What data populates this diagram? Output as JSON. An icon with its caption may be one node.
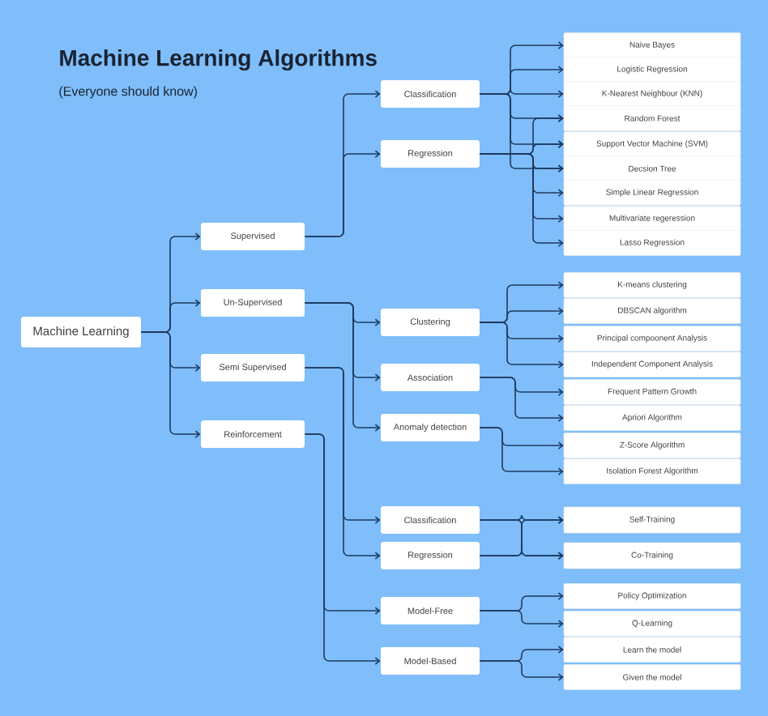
{
  "diagram": {
    "title": "Machine Learning Algorithms",
    "nodes": [
      {
        "text": [
          "Machine Learning"
        ]
      },
      {
        "text": [
          "Supervised"
        ]
      },
      {
        "text": [
          "Un-Supervised"
        ]
      },
      {
        "text": [
          "Semi Supervised"
        ]
      },
      {
        "text": [
          "Reinforcement"
        ]
      },
      {
        "text": [
          "Classification"
        ]
      },
      {
        "text": [
          "Regression"
        ]
      },
      {
        "text": [
          "Clustering"
        ]
      },
      {
        "text": [
          "Association"
        ]
      },
      {
        "text": [
          "Anomaly detection"
        ]
      },
      {
        "text": [
          "Classification"
        ]
      },
      {
        "text": [
          "Regression"
        ]
      },
      {
        "text": [
          "Model-Free"
        ]
      },
      {
        "text": [
          "Model-Based"
        ]
      },
      {
        "text": [
          "Naive Bayes"
        ]
      },
      {
        "text": [
          "Logistic Regression"
        ]
      },
      {
        "text": [
          "K-Nearest Neighbour (KNN)"
        ]
      },
      {
        "text": [
          "Random Forest"
        ]
      },
      {
        "text": [
          "Support Vector Machine (SVM)"
        ]
      },
      {
        "text": [
          "Decsion Tree"
        ]
      },
      {
        "text": [
          "Simple Linear Regression"
        ]
      },
      {
        "text": [
          "Multivariate regeression"
        ]
      },
      {
        "text": [
          "Lasso Regression"
        ]
      },
      {
        "text": [
          "K-means clustering"
        ]
      },
      {
        "text": [
          "DBSCAN algorithm"
        ]
      },
      {
        "text": [
          "Principal compoonent Analysis"
        ]
      },
      {
        "text": [
          "Independent Component Analysis"
        ]
      },
      {
        "text": [
          "Frequent Pattern Growth"
        ]
      },
      {
        "text": [
          "Apriori Algorithm"
        ]
      },
      {
        "text": [
          "Z-Score Algorithm"
        ]
      },
      {
        "text": [
          "Isolation Forest Algorithm"
        ]
      },
      {
        "text": [
          "Self-Training"
        ]
      },
      {
        "text": [
          "Co-Training"
        ]
      },
      {
        "text": [
          "Policy Optimization"
        ]
      },
      {
        "text": [
          "Q-Learning"
        ]
      },
      {
        "text": [
          "Learn the model"
        ]
      },
      {
        "text": [
          "Given the model"
        ]
      }
    ],
    "edges": [
      {
        "from": 0,
        "to": 1,
        "arrow": "to"
      },
      {
        "from": 0,
        "to": 2,
        "arrow": "to"
      },
      {
        "from": 0,
        "to": 3,
        "arrow": "to"
      },
      {
        "from": 0,
        "to": 4,
        "arrow": "to"
      },
      {
        "from": 1,
        "to": 5,
        "arrow": "to"
      },
      {
        "from": 1,
        "to": 6,
        "arrow": "to"
      },
      {
        "from": 2,
        "to": 7,
        "arrow": "to"
      },
      {
        "from": 2,
        "to": 8,
        "arrow": "to"
      },
      {
        "from": 2,
        "to": 9,
        "arrow": "to"
      },
      {
        "from": 3,
        "to": 10,
        "arrow": "to"
      },
      {
        "from": 3,
        "to": 11,
        "arrow": "to"
      },
      {
        "from": 4,
        "to": 12,
        "arrow": "to"
      },
      {
        "from": 4,
        "to": 13,
        "arrow": "to"
      },
      {
        "from": 5,
        "to": 14,
        "arrow": "to"
      },
      {
        "from": 5,
        "to": 15,
        "arrow": "to"
      },
      {
        "from": 5,
        "to": 16,
        "arrow": "to"
      },
      {
        "from": 5,
        "to": 17,
        "arrow": "to"
      },
      {
        "from": 5,
        "to": 18,
        "arrow": "to"
      },
      {
        "from": 5,
        "to": 19,
        "arrow": "to"
      },
      {
        "from": 6,
        "to": 17,
        "arrow": "to"
      },
      {
        "from": 6,
        "to": 18,
        "arrow": "to"
      },
      {
        "from": 6,
        "to": 19,
        "arrow": "to"
      },
      {
        "from": 6,
        "to": 20,
        "arrow": "to"
      },
      {
        "from": 6,
        "to": 21,
        "arrow": "to"
      },
      {
        "from": 6,
        "to": 22,
        "arrow": "to"
      },
      {
        "from": 7,
        "to": 23,
        "arrow": "to"
      },
      {
        "from": 7,
        "to": 24,
        "arrow": "to"
      },
      {
        "from": 7,
        "to": 25,
        "arrow": "to"
      },
      {
        "from": 7,
        "to": 26,
        "arrow": "to"
      },
      {
        "from": 8,
        "to": 27,
        "arrow": "to"
      },
      {
        "from": 8,
        "to": 28,
        "arrow": "to"
      },
      {
        "from": 9,
        "to": 29,
        "arrow": "to"
      },
      {
        "from": 9,
        "to": 30,
        "arrow": "to"
      },
      {
        "from": 10,
        "to": 31,
        "arrow": "to"
      },
      {
        "from": 10,
        "to": 32,
        "arrow": "to"
      },
      {
        "from": 11,
        "to": 31,
        "arrow": "to"
      },
      {
        "from": 11,
        "to": 32,
        "arrow": "to"
      },
      {
        "from": 12,
        "to": 33,
        "arrow": "to"
      },
      {
        "from": 12,
        "to": 34,
        "arrow": "to"
      },
      {
        "from": 13,
        "to": 35,
        "arrow": "to"
      },
      {
        "from": 13,
        "to": 36,
        "arrow": "to"
      }
    ],
    "labels": [
      "(Everyone should know)"
    ]
  }
}
